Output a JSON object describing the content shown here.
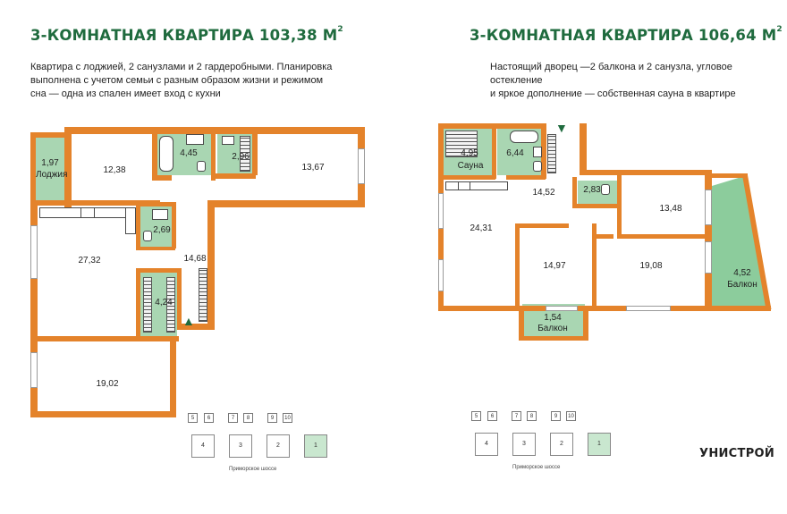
{
  "left": {
    "title": "3-КОМНАТНАЯ КВАРТИРА 103,38 М",
    "title_sup": "2",
    "description": [
      "Квартира с лоджией, 2 санузлами и 2 гардеробными. Планировка",
      "выполнена с учетом семьи с разным образом жизни и режимом",
      "сна — одна из спален имеет вход с кухни"
    ],
    "rooms": {
      "loggia_area": "1,97",
      "loggia_name": "Лоджия",
      "bedroom1": "12,38",
      "bath1": "4,45",
      "wardrobe1": "2,96",
      "bedroom2": "13,67",
      "kitchen": "27,32",
      "bath2": "2,69",
      "hall": "14,68",
      "wardrobe2": "4,24",
      "bedroom3": "19,02"
    },
    "mini_numbers": [
      "5",
      "6",
      "7",
      "8",
      "9",
      "10"
    ],
    "mini_blocks": [
      "4",
      "3",
      "2",
      "1"
    ],
    "road": "Приморское шоссе"
  },
  "right": {
    "title": "3-КОМНАТНАЯ КВАРТИРА 106,64 М",
    "title_sup": "2",
    "description": [
      "Настоящий дворец —2 балкона и 2 санузла, угловое остекление",
      "и яркое дополнение — собственная сауна в квартире"
    ],
    "rooms": {
      "sauna_area": "4,95",
      "sauna_name": "Сауна",
      "bath1": "6,44",
      "hall": "14,52",
      "bath2": "2,83",
      "bedroom1": "13,48",
      "kitchen": "24,31",
      "bedroom2": "14,97",
      "bedroom3": "19,08",
      "balcony1_area": "4,52",
      "balcony1_name": "Балкон",
      "balcony2_area": "1,54",
      "balcony2_name": "Балкон"
    },
    "mini_numbers": [
      "5",
      "6",
      "7",
      "8",
      "9",
      "10"
    ],
    "mini_blocks": [
      "4",
      "3",
      "2",
      "1"
    ],
    "road": "Приморское шоссе"
  },
  "brand": "УНИСТРОЙ",
  "colors": {
    "wall": "#e4832b",
    "accent": "#1f6b3e",
    "wet_zone": "#a9d6b2"
  },
  "icons": {
    "entrance": "chevron-entrance-icon"
  }
}
